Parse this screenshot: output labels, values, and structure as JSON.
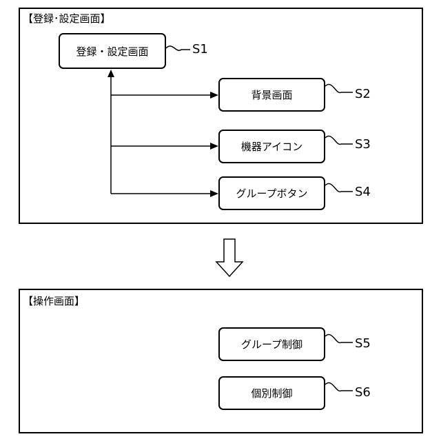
{
  "setup_panel": {
    "title": "【登録･設定画面】",
    "root": {
      "label": "登録・設定画面",
      "ref": "S1"
    },
    "items": [
      {
        "label": "背景画面",
        "ref": "S2"
      },
      {
        "label": "機器アイコン",
        "ref": "S3"
      },
      {
        "label": "グループボタン",
        "ref": "S4"
      }
    ]
  },
  "operation_panel": {
    "title": "【操作画面】",
    "items": [
      {
        "label": "グループ制御",
        "ref": "S5"
      },
      {
        "label": "個別制御",
        "ref": "S6"
      }
    ]
  }
}
